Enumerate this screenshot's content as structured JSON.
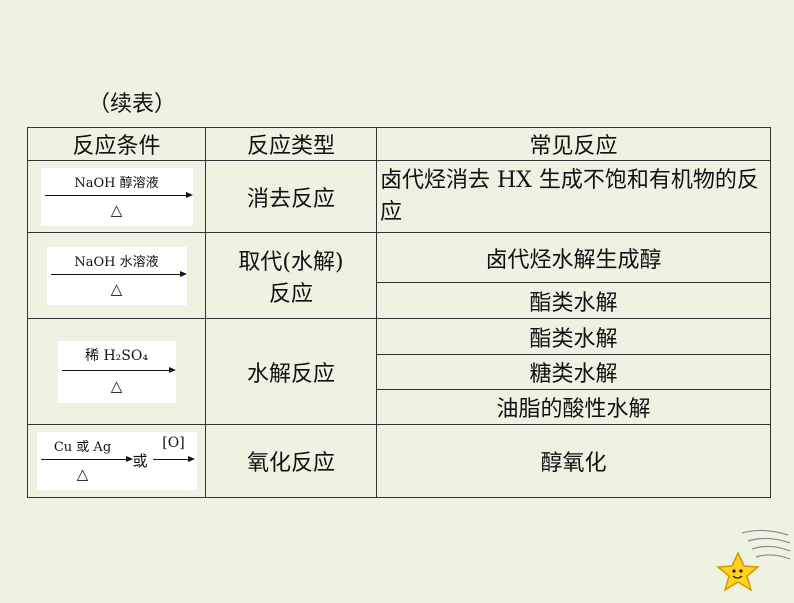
{
  "caption": "（续表）",
  "headers": [
    "反应条件",
    "反应类型",
    "常见反应"
  ],
  "rows": {
    "r1": {
      "cond_top": "NaOH 醇溶液",
      "cond_bottom": "△",
      "type": "消去反应",
      "reaction": "卤代烃消去 HX 生成不饱和有机物的反应"
    },
    "r2": {
      "cond_top": "NaOH 水溶液",
      "cond_bottom": "△",
      "type_line1": "取代(水解)",
      "type_line2": "反应",
      "reactions": [
        "卤代烃水解生成醇",
        "酯类水解"
      ]
    },
    "r3": {
      "cond_top": "稀 H₂SO₄",
      "cond_bottom": "△",
      "type": "水解反应",
      "reactions": [
        "酯类水解",
        "糖类水解",
        "油脂的酸性水解"
      ]
    },
    "r4": {
      "cond_top": "Cu 或 Ag",
      "cond_bottom": "△",
      "cond_or": "或",
      "cond_alt": "[O]",
      "type": "氧化反应",
      "reaction": "醇氧化"
    }
  }
}
